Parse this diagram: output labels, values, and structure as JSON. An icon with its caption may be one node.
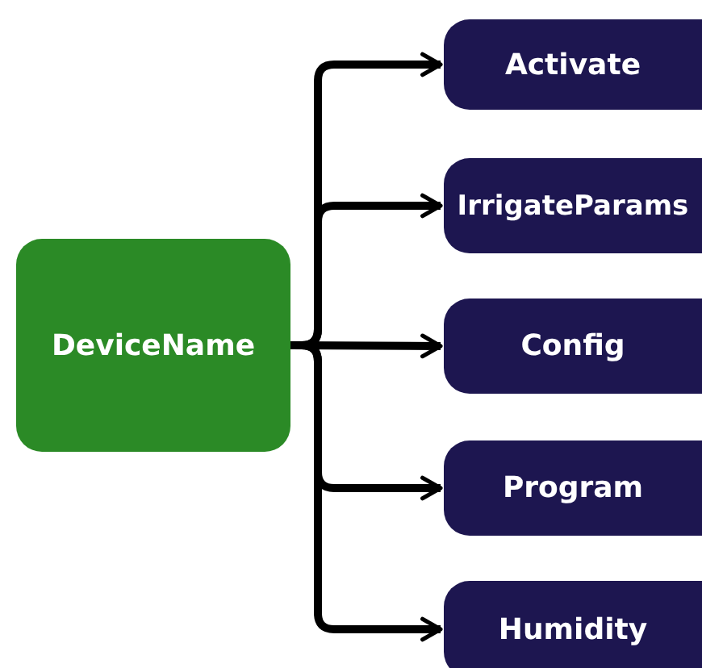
{
  "diagram": {
    "nodes": [
      {
        "text": [
          "DeviceName"
        ]
      },
      {
        "text": [
          "Activate"
        ]
      },
      {
        "text": [
          "IrrigateParams"
        ]
      },
      {
        "text": [
          "Config"
        ]
      },
      {
        "text": [
          "Program"
        ]
      },
      {
        "text": [
          "Humidity"
        ]
      }
    ],
    "edges": [
      {
        "from": 0,
        "to": 1,
        "arrow": "to"
      },
      {
        "from": 0,
        "to": 2,
        "arrow": "to"
      },
      {
        "from": 0,
        "to": 3,
        "arrow": "to"
      },
      {
        "from": 0,
        "to": 4,
        "arrow": "to"
      },
      {
        "from": 0,
        "to": 5,
        "arrow": "to"
      }
    ]
  }
}
